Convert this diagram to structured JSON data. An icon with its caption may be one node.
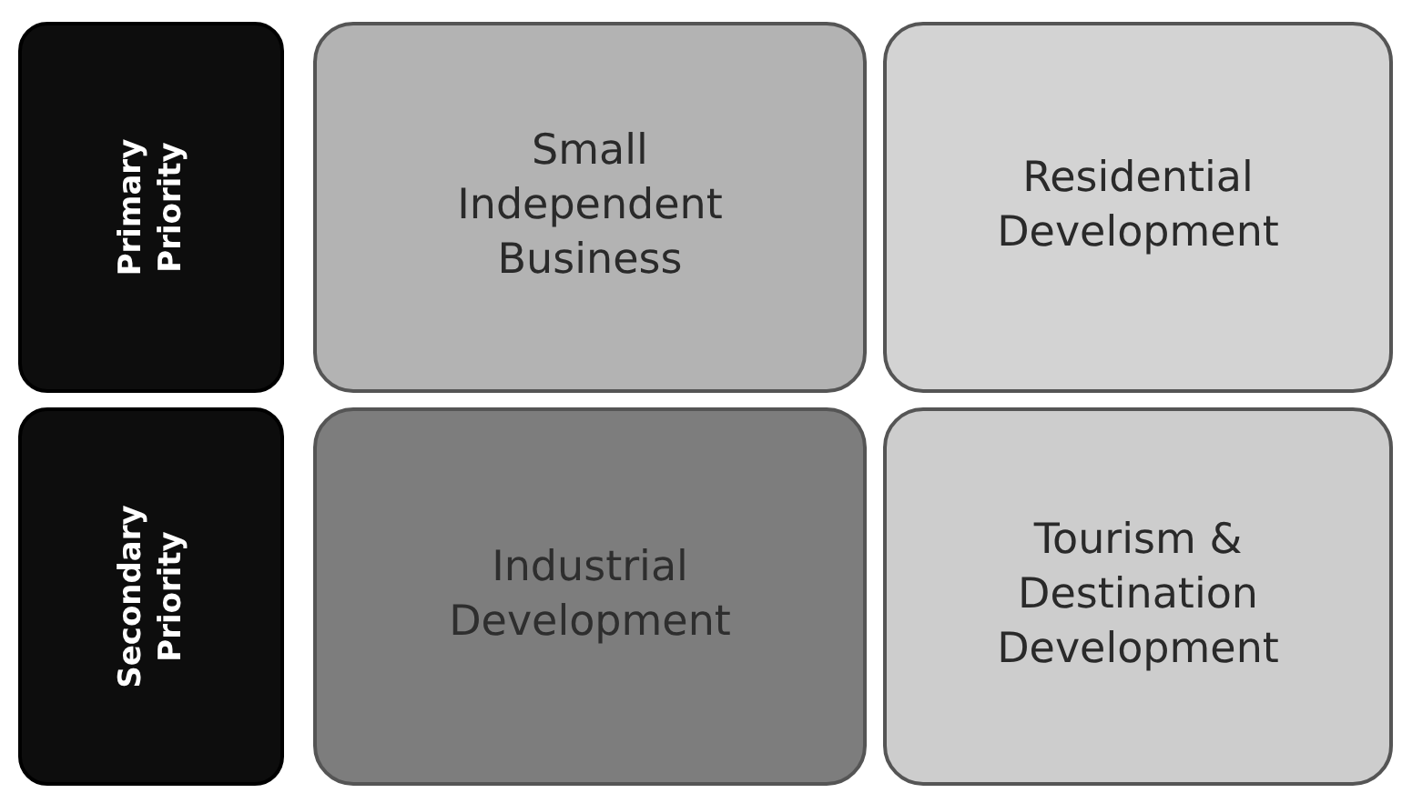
{
  "diagram": {
    "nodes": [
      {
        "text": [
          "Primary Priority"
        ]
      },
      {
        "text": [
          "Small Independent Business"
        ]
      },
      {
        "text": [
          "Residential Development"
        ]
      },
      {
        "text": [
          "Secondary Priority"
        ]
      },
      {
        "text": [
          "Industrial Development"
        ]
      },
      {
        "text": [
          "Tourism & Destination Development"
        ]
      }
    ]
  }
}
